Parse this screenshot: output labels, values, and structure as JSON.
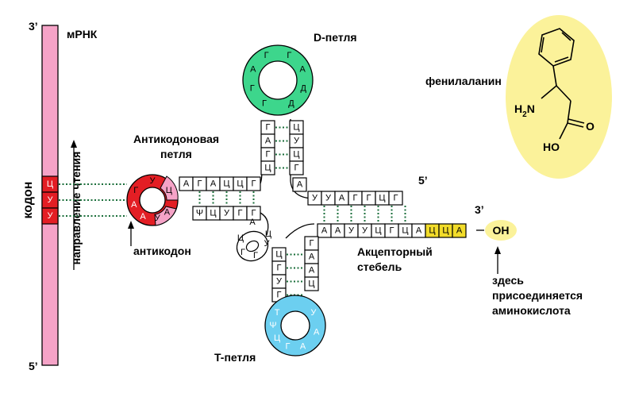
{
  "labels": {
    "mrna": "мРНК",
    "prime3_mrna": "3’",
    "prime5_mrna": "5’",
    "codon": "кодон",
    "reading_direction": "направление чтения",
    "anticodon_loop_line1": "Антикодоновая",
    "anticodon_loop_line2": "петля",
    "anticodon": "антикодон",
    "d_loop": "D-петля",
    "t_loop": "T-петля",
    "acceptor_line1": "Акцепторный",
    "acceptor_line2": "стебель",
    "prime5_trna": "5’",
    "prime3_trna": "3’",
    "oh": "OH",
    "attach_line1": "здесь",
    "attach_line2": "присоединяется",
    "attach_line3": "аминокислота",
    "amino_acid": "фенилаланин",
    "h2n": "H",
    "h2n_sub": "2",
    "h2n_n": "N",
    "ho": "HO",
    "o": "O"
  },
  "codon_bases": [
    "Ц",
    "У",
    "У"
  ],
  "anticodon_loop_bases": [
    "Г",
    "У",
    "Ц",
    "А",
    "А"
  ],
  "anticodon_loop_extra": [
    "У",
    "А"
  ],
  "anticodon_stem_top": [
    "А",
    "Г",
    "А",
    "Ц",
    "Ц",
    "Г"
  ],
  "anticodon_stem_bottom": [
    "Ψ",
    "Ц",
    "У",
    "Г",
    "Г"
  ],
  "d_stem_left": [
    "Г",
    "А",
    "Г",
    "Ц"
  ],
  "d_stem_right": [
    "Ц",
    "У",
    "Ц",
    "Г"
  ],
  "d_loop_bases": [
    "Г",
    "Г",
    "А",
    "Г",
    "Г",
    "А",
    "Д",
    "Д"
  ],
  "variable_loop": [
    "А",
    "Ц",
    "Г",
    "Г",
    "У",
    "Ц"
  ],
  "t_stem_left": [
    "Ц",
    "Г",
    "У",
    "Г"
  ],
  "t_stem_right": [
    "Г",
    "А",
    "А",
    "Ц"
  ],
  "t_loop_bases": [
    "Т",
    "Ψ",
    "Ц",
    "Г",
    "А",
    "А",
    "У"
  ],
  "acceptor_top": [
    "У",
    "У",
    "А",
    "Г",
    "Г",
    "Ц",
    "Г"
  ],
  "acceptor_bottom": [
    "А",
    "А",
    "У",
    "У",
    "Ц",
    "Г",
    "Ц",
    "А"
  ],
  "cca_tail": [
    "Ц",
    "Ц",
    "А"
  ],
  "colors": {
    "mrna_bar": "#f5a3c7",
    "codon": "#e31e24",
    "anticodon_loop": "#e31e24",
    "anticodon_loop_light": "#f5a3c7",
    "d_loop": "#3dd68c",
    "t_loop": "#6ccff0",
    "cca": "#f2dc2a",
    "amino_bg": "#fbf29a",
    "bond": "#1a6e3a"
  }
}
